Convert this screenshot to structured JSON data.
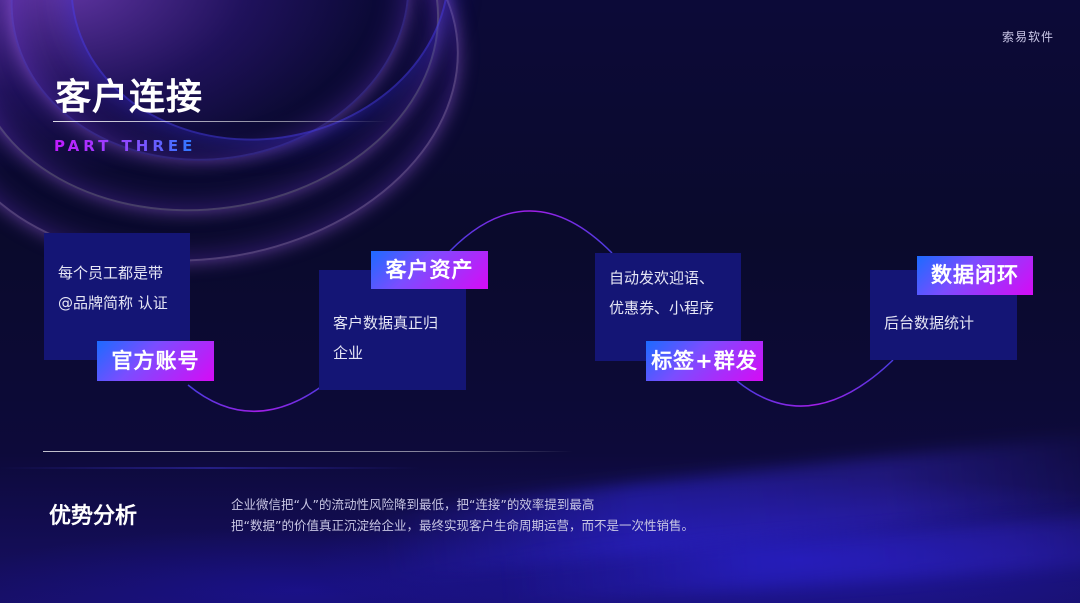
{
  "brand": "索易软件",
  "header": {
    "title": "客户连接",
    "subtitle": "PART THREE"
  },
  "steps": [
    {
      "tag": "官方账号",
      "lines": [
        "每个员工都是带",
        "@品牌简称 认证"
      ]
    },
    {
      "tag": "客户资产",
      "lines": [
        "客户数据真正归",
        "企业"
      ]
    },
    {
      "tag": "标签+群发",
      "lines": [
        "自动发欢迎语、",
        "优惠券、小程序"
      ]
    },
    {
      "tag": "数据闭环",
      "lines": [
        "后台数据统计"
      ]
    }
  ],
  "advantage": {
    "title": "优势分析",
    "lines": [
      "企业微信把“人”的流动性风险降到最低，把“连接”的效率提到最高",
      "把“数据”的价值真正沉淀给企业，最终实现客户生命周期运营，而不是一次性销售。"
    ]
  },
  "colors": {
    "background": "#0a0a2e",
    "card": "#141575",
    "tag_gradient_start": "#1c6bff",
    "tag_gradient_end": "#d60bf5",
    "arc": "#8a2be2"
  }
}
